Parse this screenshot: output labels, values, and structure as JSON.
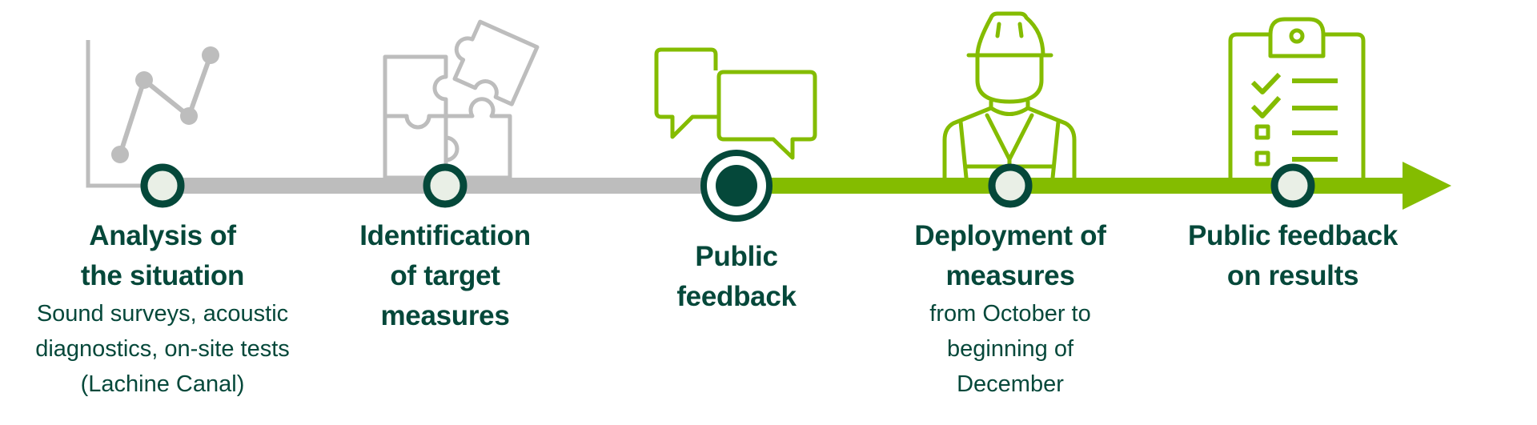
{
  "colors": {
    "inactive_line": "#bdbdbd",
    "active_line": "#84bc00",
    "node_ring": "#05483a",
    "node_fill": "#e9efe6",
    "text": "#05483a"
  },
  "timeline": {
    "current_step_index": 2,
    "steps": [
      {
        "title": "Analysis of\nthe situation",
        "subtitle": "Sound surveys, acoustic\ndiagnostics, on-site tests\n(Lachine Canal)",
        "icon": "line-chart-icon",
        "status": "completed"
      },
      {
        "title": "Identification\nof target\nmeasures",
        "subtitle": "",
        "icon": "puzzle-icon",
        "status": "completed"
      },
      {
        "title": "Public\nfeedback",
        "subtitle": "",
        "icon": "speech-bubbles-icon",
        "status": "current"
      },
      {
        "title": "Deployment of\nmeasures",
        "subtitle": "from October to\nbeginning of\nDecember",
        "icon": "construction-worker-icon",
        "status": "upcoming"
      },
      {
        "title": "Public feedback\non results",
        "subtitle": "",
        "icon": "clipboard-checklist-icon",
        "status": "upcoming"
      }
    ]
  }
}
